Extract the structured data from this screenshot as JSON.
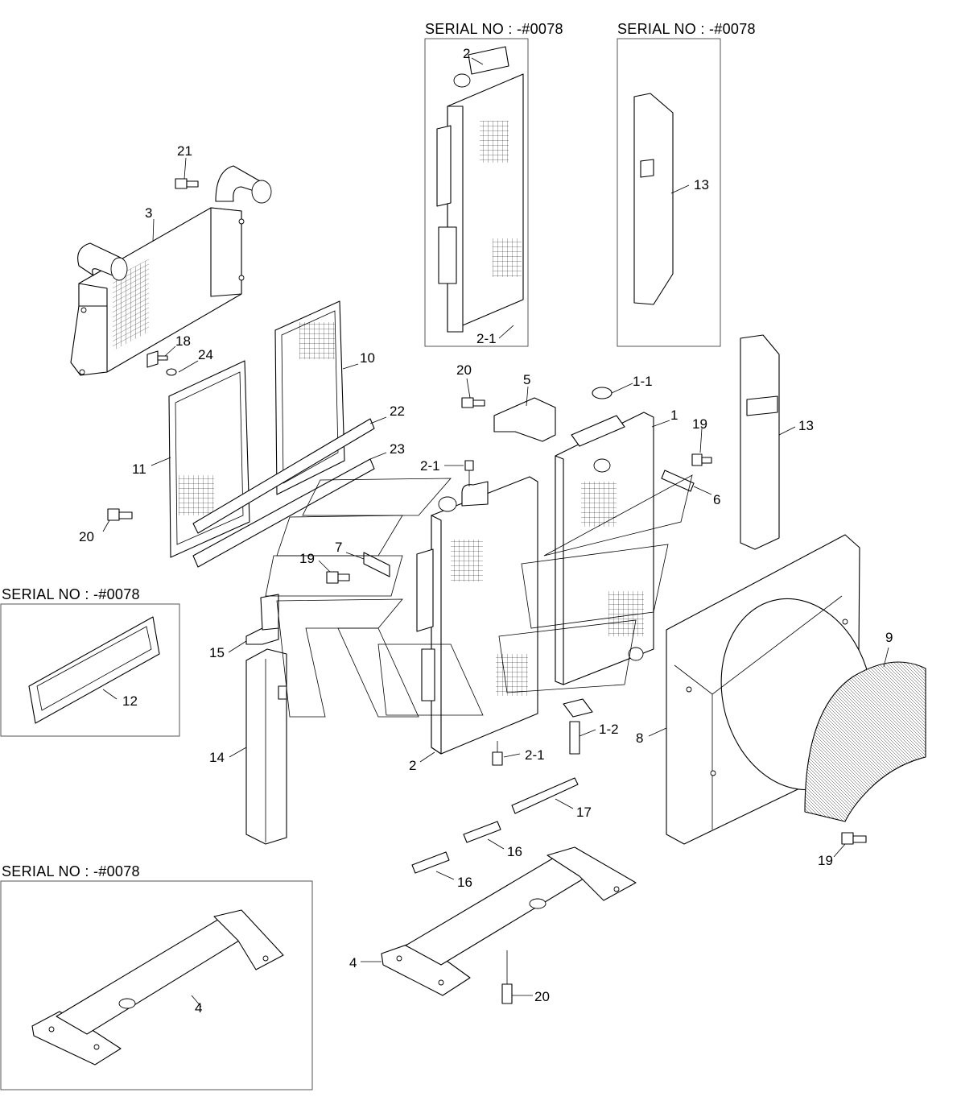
{
  "serial_labels": {
    "top_left": "SERIAL NO : -#0078",
    "top_right": "SERIAL NO : -#0078",
    "mid_left": "SERIAL NO : -#0078",
    "bottom_left": "SERIAL NO : -#0078"
  },
  "callouts": {
    "p21": "21",
    "p3": "3",
    "p18": "18",
    "p24": "24",
    "p10": "10",
    "p11": "11",
    "p22": "22",
    "p23": "23",
    "p20a": "20",
    "p12": "12",
    "p15": "15",
    "p14": "14",
    "p4a": "4",
    "p2top": "2",
    "p2_1top": "2-1",
    "p13a": "13",
    "p13b": "13",
    "p20b": "20",
    "p5": "5",
    "p2_1a": "2-1",
    "p7": "7",
    "p19a": "19",
    "p1_1": "1-1",
    "p1": "1",
    "p19b": "19",
    "p6": "6",
    "p2": "2",
    "p2_1b": "2-1",
    "p1_2": "1-2",
    "p17": "17",
    "p16a": "16",
    "p16b": "16",
    "p4b": "4",
    "p20c": "20",
    "p8": "8",
    "p9": "9",
    "p19c": "19"
  }
}
